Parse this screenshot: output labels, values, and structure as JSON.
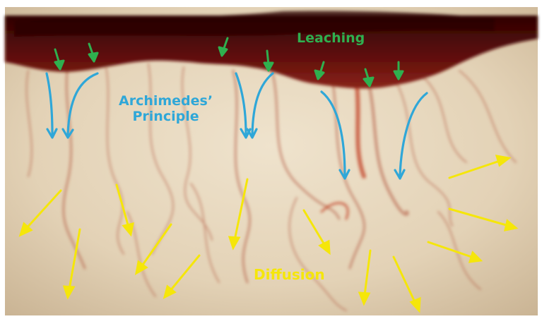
{
  "labels": {
    "leaching": "Leaching",
    "archimedes_line1": "Archimedes’",
    "archimedes_line2": "Principle",
    "diffusion": "Diffusion"
  },
  "colors": {
    "frame": "#ffffff",
    "water": "#e6d7bf",
    "crust": "#5a0c0c",
    "crust_dark": "#3a0505",
    "plume": "#b0523a",
    "leaching_arrows": "#2fb04f",
    "archimedes_arrows": "#2fa7d8",
    "diffusion_arrows": "#f5e60a"
  }
}
